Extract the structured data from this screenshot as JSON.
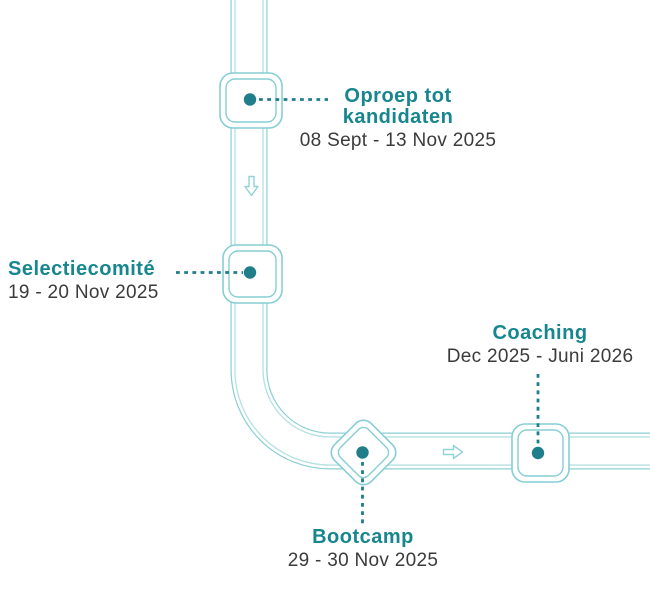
{
  "diagram": {
    "type": "timeline-roadmap",
    "language": "nl"
  },
  "colors": {
    "background": "#ffffff",
    "road_outer_line": "#8ccfd4",
    "road_inner_line": "#b5e0e3",
    "node_border": "#85ced4",
    "marker_dot": "#1f7e8a",
    "connector_dash": "#1f7e8a",
    "road_arrow": "#90d2d6",
    "heading_text": "#17868f",
    "date_text": "#3b3b3b"
  },
  "milestones": [
    {
      "title": "Oproep tot kandidaten",
      "date": "08 Sept - 13 Nov 2025",
      "marker_shape": "rounded-square",
      "label_position": "right-of-road"
    },
    {
      "title": "Selectiecomité",
      "date": "19 - 20 Nov 2025",
      "marker_shape": "rounded-square",
      "label_position": "left-of-road"
    },
    {
      "title": "Bootcamp",
      "date": "29 - 30 Nov 2025",
      "marker_shape": "diamond",
      "label_position": "below-road"
    },
    {
      "title": "Coaching",
      "date": "Dec 2025 - Juni 2026",
      "marker_shape": "rounded-square",
      "label_position": "above-road"
    }
  ],
  "icons": {
    "down_arrow": "⇩",
    "right_arrow": "⇨"
  }
}
